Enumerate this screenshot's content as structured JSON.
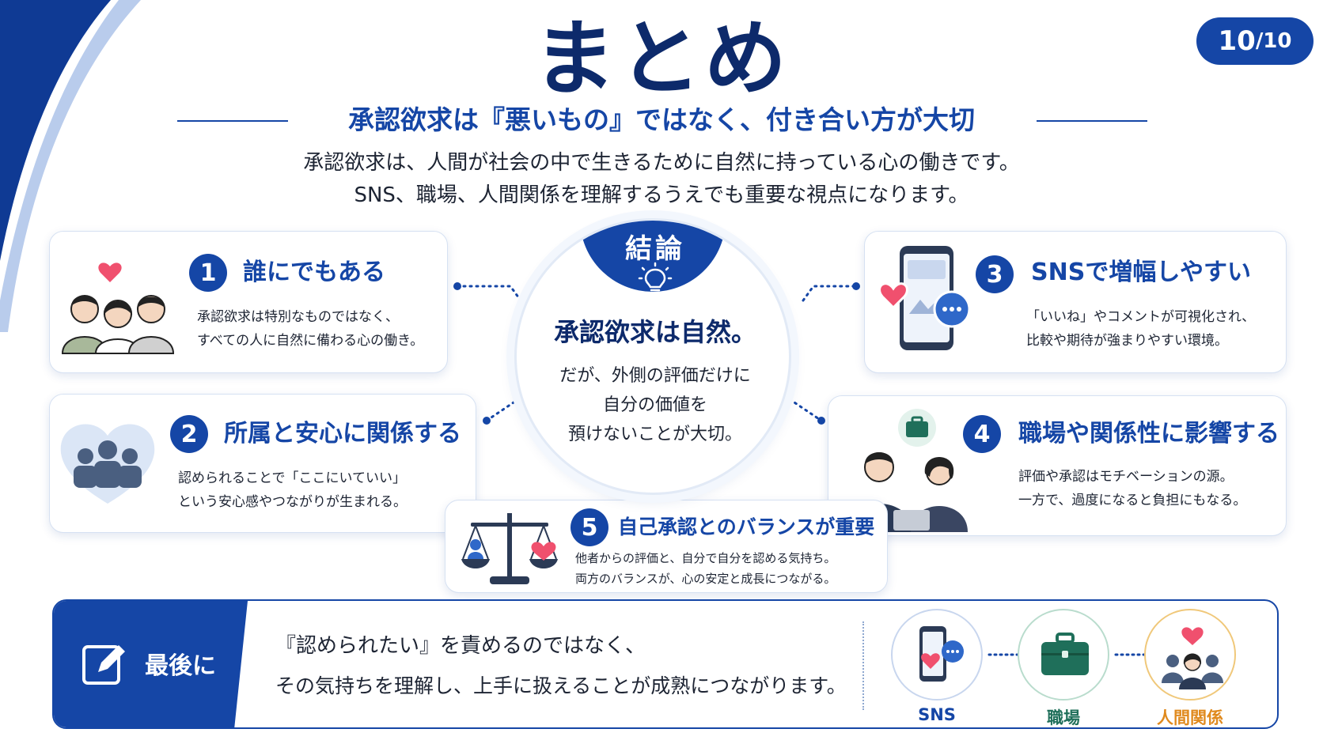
{
  "page": {
    "current": "10",
    "total": "/10"
  },
  "title": "まとめ",
  "subtitle": "承認欲求は『悪いもの』ではなく、付き合い方が大切",
  "intro": [
    "承認欲求は、人間が社会の中で生きるために自然に持っている心の働きです。",
    "SNS、職場、人間関係を理解するうえでも重要な視点になります。"
  ],
  "center": {
    "label": "結論",
    "title": "承認欲求は自然。",
    "body": [
      "だが、外側の評価だけに",
      "自分の価値を",
      "預けないことが大切。"
    ]
  },
  "cards": [
    {
      "num": "1",
      "title": "誰にでもある",
      "desc": [
        "承認欲求は特別なものではなく、",
        "すべての人に自然に備わる心の働き。"
      ]
    },
    {
      "num": "2",
      "title": "所属と安心に関係する",
      "desc": [
        "認められることで「ここにいていい」",
        "という安心感やつながりが生まれる。"
      ]
    },
    {
      "num": "3",
      "title": "SNSで増幅しやすい",
      "desc": [
        "「いいね」やコメントが可視化され、",
        "比較や期待が強まりやすい環境。"
      ]
    },
    {
      "num": "4",
      "title": "職場や関係性に影響する",
      "desc": [
        "評価や承認はモチベーションの源。",
        "一方で、過度になると負担にもなる。"
      ]
    },
    {
      "num": "5",
      "title": "自己承認とのバランスが重要",
      "desc": [
        "他者からの評価と、自分で自分を認める気持ち。",
        "両方のバランスが、心の安定と成長につながる。"
      ]
    }
  ],
  "bottom": {
    "label": "最後に",
    "lines": [
      "『認められたい』を責めるのではなく、",
      "その気持ちを理解し、上手に扱えることが成熟につながります。"
    ],
    "envs": [
      {
        "label": "SNS",
        "icon": "smartphone-icon"
      },
      {
        "label": "職場",
        "icon": "briefcase-icon"
      },
      {
        "label": "人間関係",
        "icon": "people-icon"
      }
    ]
  },
  "colors": {
    "primary": "#1546a6",
    "dark": "#0d2a6b",
    "heart": "#f0506e",
    "green": "#1f6f5a",
    "orange": "#e08a1e"
  }
}
